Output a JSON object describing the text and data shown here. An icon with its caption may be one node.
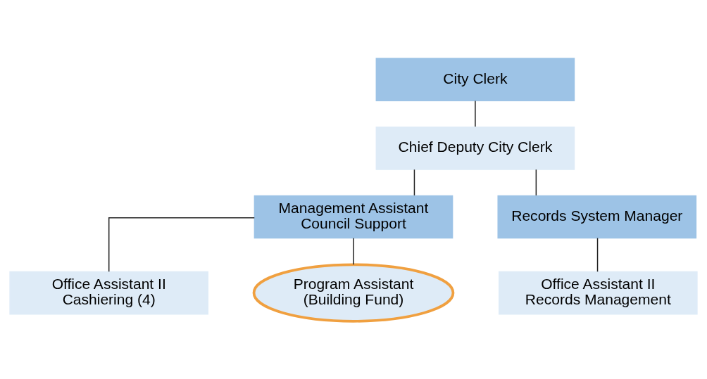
{
  "diagram": {
    "nodes": [
      {
        "text": [
          "City Clerk"
        ]
      },
      {
        "text": [
          "Chief Deputy City Clerk"
        ]
      },
      {
        "text": [
          "Management Assistant Council Support"
        ]
      },
      {
        "text": [
          "Records System Manager"
        ]
      },
      {
        "text": [
          "Office Assistant II Cashiering (4)"
        ]
      },
      {
        "text": [
          "Office Assistant II Records Management"
        ]
      },
      {
        "text": [
          "Program Assistant (Building Fund)"
        ]
      }
    ],
    "edges": [
      {
        "from": 0,
        "to": 1,
        "arrow": "none"
      },
      {
        "from": 1,
        "to": 2,
        "arrow": "none"
      },
      {
        "from": 1,
        "to": 3,
        "arrow": "none"
      },
      {
        "from": 3,
        "to": 5,
        "arrow": "none"
      },
      {
        "from": 2,
        "to": 4,
        "arrow": "none"
      },
      {
        "from": 2,
        "to": 6,
        "arrow": "none"
      }
    ]
  }
}
